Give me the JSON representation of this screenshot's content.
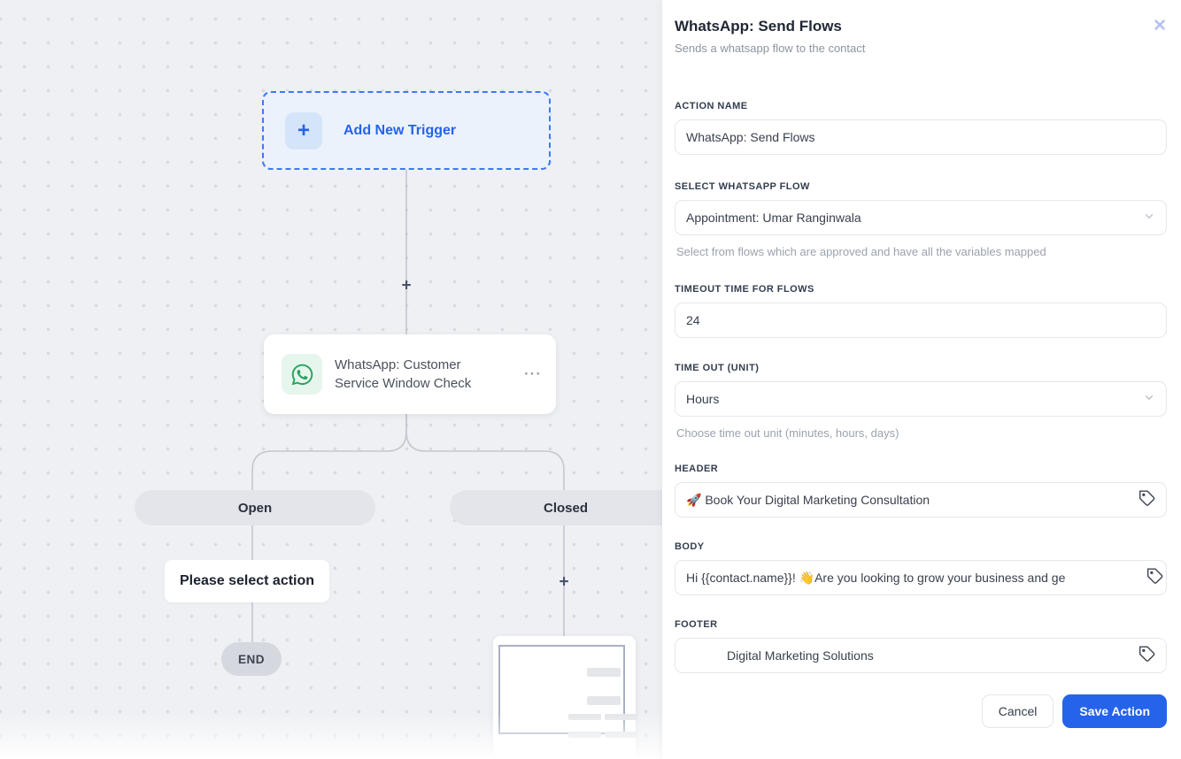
{
  "canvas": {
    "trigger": {
      "plus": "+",
      "label": "Add New Trigger"
    },
    "connector_plus": "+",
    "whatsapp_node": {
      "title_line1": "WhatsApp: Customer",
      "title_line2": "Service Window Check",
      "menu": "···"
    },
    "branches": {
      "open": "Open",
      "closed": "Closed"
    },
    "select_action_label": "Please select action",
    "end_label": "END"
  },
  "panel": {
    "title": "WhatsApp: Send Flows",
    "subtitle": "Sends a whatsapp flow to the contact",
    "close_glyph": "✕",
    "fields": {
      "action_name": {
        "label": "ACTION NAME",
        "value": "WhatsApp: Send Flows"
      },
      "flow": {
        "label": "SELECT WHATSAPP FLOW",
        "value": "Appointment: Umar Ranginwala",
        "helper": "Select from flows which are approved and have all the variables mapped"
      },
      "timeout": {
        "label": "TIMEOUT TIME FOR FLOWS",
        "value": "24"
      },
      "timeout_unit": {
        "label": "TIME OUT (UNIT)",
        "value": "Hours",
        "helper": "Choose time out unit (minutes, hours, days)"
      },
      "header": {
        "label": "HEADER",
        "value": "🚀 Book Your Digital Marketing Consultation"
      },
      "body": {
        "label": "BODY",
        "value": "Hi {{contact.name}}! 👋Are you looking to grow your business and ge"
      },
      "footer": {
        "label": "FOOTER",
        "value": "Digital Marketing Solutions"
      }
    },
    "buttons": {
      "cancel": "Cancel",
      "save": "Save Action"
    }
  },
  "colors": {
    "accent_blue": "#2563eb",
    "trigger_border": "#3f78f0",
    "whatsapp_green": "#2aa35f",
    "canvas_bg": "#eef0f3",
    "pill_gray": "#e3e5ea",
    "close_icon": "#b6c1f3"
  }
}
